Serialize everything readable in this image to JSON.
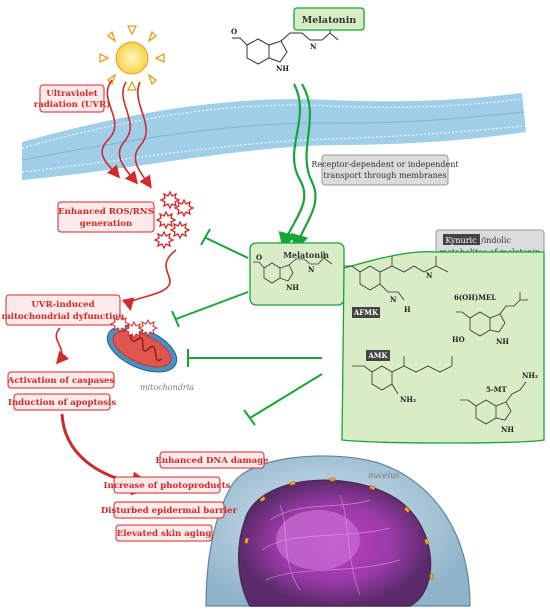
{
  "title_box": "Melatonin",
  "uvr": [
    "Ultraviolet",
    "radiation (UVR)"
  ],
  "transport": [
    "Receptor-dependent or independent",
    "transport through membranes"
  ],
  "ros": [
    "Enhanced ROS/RNS",
    "generation"
  ],
  "melatonin_inner": "Melatonin",
  "kynuric": {
    "highlight": "Kynuric",
    "rest": "/indolic",
    "line2": "metabolites of melatonin"
  },
  "mito_dys": [
    "UVR-induced",
    "mitochondrial dyfunction"
  ],
  "mito_label": "mitochondria",
  "caspases": "Activation of caspases",
  "apoptosis": "Induction of apoptosis",
  "metabolites": {
    "afmk": "AFMK",
    "ohmel": "6(OH)MEL",
    "amk": "AMK",
    "mt": "5-MT"
  },
  "effects": [
    "Enhanced DNA damage",
    "Increase of photoproducts",
    "Disturbed epidermal barrier",
    "Elevated skin aging"
  ],
  "nucleus_label": "nucelus",
  "chem_letters": {
    "o": "O",
    "n": "N",
    "h": "H",
    "ho": "HO",
    "nh": "NH",
    "nh2": "NH₂"
  },
  "colors": {
    "red": "#d22a2a",
    "green": "#16a538",
    "box_green": "#d8ecc6",
    "membrane": "#8fc6e4"
  }
}
